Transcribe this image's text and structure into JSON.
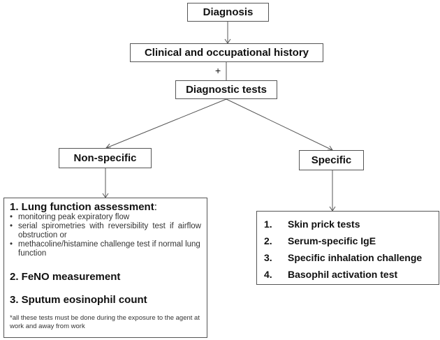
{
  "nodes": {
    "diagnosis": "Diagnosis",
    "history": "Clinical and occupational history",
    "plus": "+",
    "tests": "Diagnostic tests",
    "nonspecific": "Non-specific",
    "specific": "Specific"
  },
  "nonspecific_box": {
    "item1_title": "1. Lung function assessment",
    "item1_colon": ":",
    "bullets": [
      "monitoring peak expiratory flow",
      "serial spirometries with reversibility test if airflow obstruction or",
      "methacoline/histamine challenge test if normal lung function"
    ],
    "item2": "2. FeNO measurement",
    "item3": "3. Sputum eosinophil count",
    "note": "*all these tests must be done during the exposure to the agent at work and away from work"
  },
  "specific_box": {
    "items": [
      {
        "num": "1.",
        "label": "Skin prick tests"
      },
      {
        "num": "2.",
        "label": "Serum-specific IgE"
      },
      {
        "num": "3.",
        "label": "Specific inhalation challenge"
      },
      {
        "num": "4.",
        "label": "Basophil activation test"
      }
    ]
  }
}
